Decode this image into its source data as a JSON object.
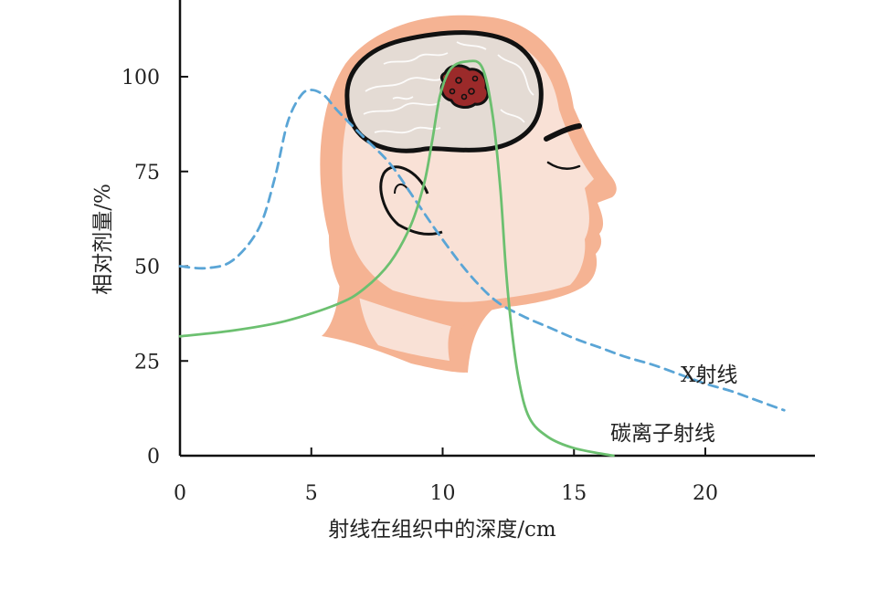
{
  "chart_data": {
    "type": "line",
    "xlabel": "射线在组织中的深度/cm",
    "ylabel": "相对剂量/%",
    "xlim": [
      0,
      24
    ],
    "ylim": [
      0,
      115
    ],
    "x_ticks": [
      "0",
      "5",
      "10",
      "15",
      "20"
    ],
    "y_ticks": [
      "0",
      "25",
      "50",
      "75",
      "100"
    ],
    "grid": false,
    "series": [
      {
        "name": "X射线",
        "style": "dashed",
        "color": "#5aa5d6",
        "points": [
          [
            0,
            50
          ],
          [
            1,
            49.5
          ],
          [
            2,
            51.5
          ],
          [
            3,
            60
          ],
          [
            3.6,
            73
          ],
          [
            4.1,
            88
          ],
          [
            4.6,
            95
          ],
          [
            5,
            96.5
          ],
          [
            5.5,
            95
          ],
          [
            6,
            91
          ],
          [
            7,
            84
          ],
          [
            8,
            77
          ],
          [
            9,
            67
          ],
          [
            10,
            57
          ],
          [
            11,
            48
          ],
          [
            12,
            41
          ],
          [
            13,
            37
          ],
          [
            14,
            34
          ],
          [
            15,
            31
          ],
          [
            16,
            28.5
          ],
          [
            17,
            26
          ],
          [
            18,
            24
          ],
          [
            19,
            21.5
          ],
          [
            20,
            19
          ],
          [
            21,
            17
          ],
          [
            22,
            14.5
          ],
          [
            23,
            12
          ]
        ]
      },
      {
        "name": "碳离子射线",
        "style": "solid",
        "color": "#6cc070",
        "points": [
          [
            0,
            31.5
          ],
          [
            2,
            33
          ],
          [
            4,
            35.5
          ],
          [
            6,
            40
          ],
          [
            7,
            44
          ],
          [
            8,
            51
          ],
          [
            8.8,
            61
          ],
          [
            9.3,
            72
          ],
          [
            9.6,
            83
          ],
          [
            9.9,
            95
          ],
          [
            10.3,
            102
          ],
          [
            10.9,
            104
          ],
          [
            11.5,
            102.5
          ],
          [
            11.9,
            90
          ],
          [
            12.2,
            70
          ],
          [
            12.4,
            50
          ],
          [
            12.6,
            35
          ],
          [
            12.9,
            20
          ],
          [
            13.3,
            10
          ],
          [
            14,
            5
          ],
          [
            15,
            2
          ],
          [
            16.5,
            0
          ]
        ]
      }
    ]
  },
  "colors": {
    "skin_dark": "#f5b393",
    "skin_light": "#f9e1d6",
    "brain": "#e4dbd4",
    "tumor": "#9b2a2a"
  },
  "illustration": {
    "icon": "head-profile-brain-tumor-icon"
  }
}
